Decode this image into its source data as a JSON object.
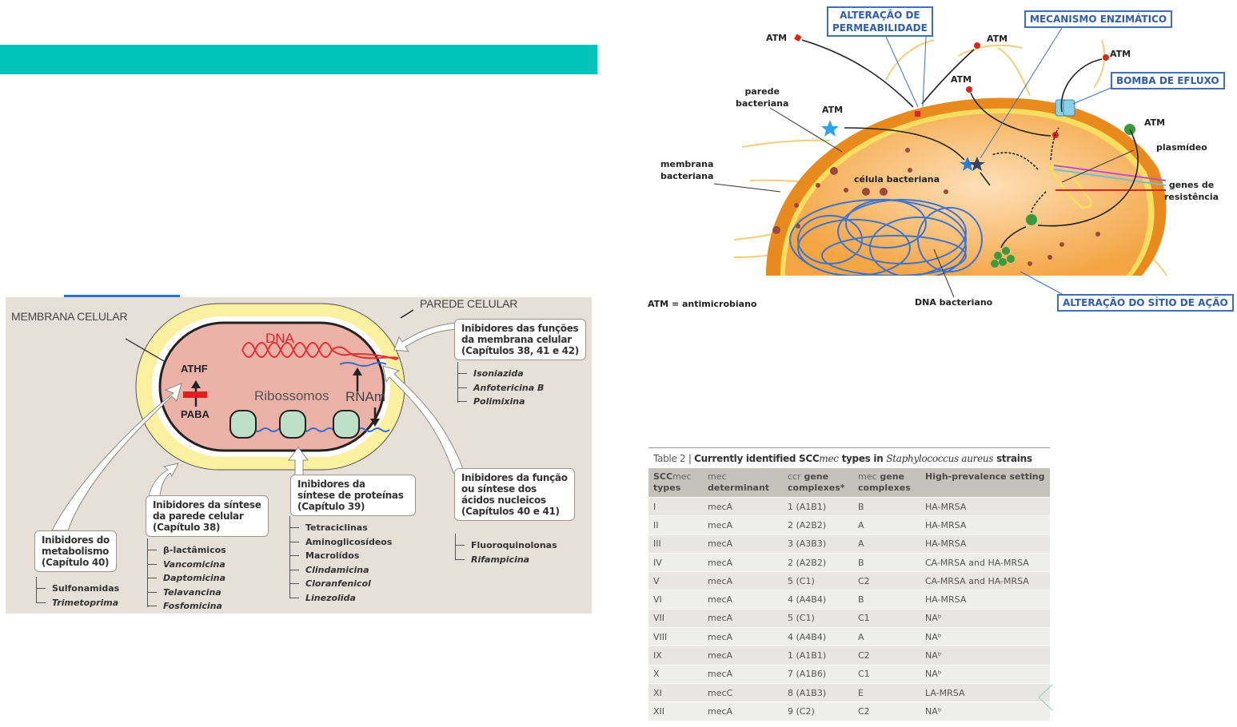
{
  "left_diagram": {
    "labels": {
      "membrane": "MEMBRANA CELULAR",
      "wall": "PAREDE CELULAR",
      "dna": "DNA",
      "athf": "ATHF",
      "paba": "PABA",
      "ribosomes": "Ribossomos",
      "mrna": "RNAm"
    },
    "groups": [
      {
        "title": [
          "Inibidores das funções",
          "da membrana celular",
          "(Capítulos 38, 41 e 42)"
        ],
        "drugs": [
          {
            "name": "Isoniazida",
            "italic": true
          },
          {
            "name": "Anfotericina B",
            "italic": true
          },
          {
            "name": "Polimixina",
            "italic": true
          }
        ]
      },
      {
        "title": [
          "Inibidores do",
          "metabolismo",
          "(Capítulo 40)"
        ],
        "drugs": [
          {
            "name": "Sulfonamidas",
            "italic": false
          },
          {
            "name": "Trimetoprima",
            "italic": true
          }
        ]
      },
      {
        "title": [
          "Inibidores da síntese",
          "da parede celular",
          "(Capítulo 38)"
        ],
        "drugs": [
          {
            "name": "β-lactâmicos",
            "italic": false
          },
          {
            "name": "Vancomicina",
            "italic": true
          },
          {
            "name": "Daptomicina",
            "italic": true
          },
          {
            "name": "Telavancina",
            "italic": true
          },
          {
            "name": "Fosfomicina",
            "italic": true
          }
        ]
      },
      {
        "title": [
          "Inibidores da",
          "síntese de proteínas",
          "(Capítulo 39)"
        ],
        "drugs": [
          {
            "name": "Tetraciclinas",
            "italic": false
          },
          {
            "name": "Aminoglicosídeos",
            "italic": false
          },
          {
            "name": "Macrolídos",
            "italic": false
          },
          {
            "name": "Clindamicina",
            "italic": true
          },
          {
            "name": "Cloranfenicol",
            "italic": true
          },
          {
            "name": "Linezolida",
            "italic": true
          }
        ]
      },
      {
        "title": [
          "Inibidores da função",
          "ou síntese dos",
          "ácidos nucleicos",
          "(Capítulos 40 e 41)"
        ],
        "drugs": [
          {
            "name": "Fluoroquinolonas",
            "italic": false
          },
          {
            "name": "Rifampicina",
            "italic": true
          }
        ]
      }
    ]
  },
  "right_diagram": {
    "boxes": {
      "permeability": [
        "ALTERAÇÃO DE",
        "PERMEABILIDADE"
      ],
      "enzymatic": "MECANISMO ENZIMÁTICO",
      "efflux": "BOMBA DE EFLUXO",
      "target_site": "ALTERAÇÃO DO SÍTIO DE AÇÃO"
    },
    "labels": {
      "atm": "ATM",
      "wall": [
        "parede",
        "bacteriana"
      ],
      "membrane": [
        "membrana",
        "bacteriana"
      ],
      "cell": "célula bacteriana",
      "plasmid": "plasmídeo",
      "genes": [
        "genes de",
        "resistência"
      ],
      "dna": "DNA bacteriano",
      "legend": "ATM = antimicrobiano"
    }
  },
  "table": {
    "label": "Table 2 |",
    "title_plain": "Currently identified SCC",
    "title_italic1": "mec",
    "title_mid": " types in ",
    "title_italic2": "Staphylococcus aureus",
    "title_end": " strains",
    "headers": [
      {
        "line1": "SCC",
        "line1_italic": "mec",
        "line2": "types"
      },
      {
        "line1": "",
        "line1_italic": "mec",
        "line2": "determinant"
      },
      {
        "line1": "",
        "line1_italic": "ccr",
        "line1_after": " gene",
        "line2": "complexes*"
      },
      {
        "line1": "",
        "line1_italic": "mec",
        "line1_after": " gene",
        "line2": "complexes"
      },
      {
        "line1": "High-prevalence setting",
        "line1_italic": "",
        "line2": ""
      }
    ],
    "rows": [
      [
        "I",
        "mecA",
        "1 (A1B1)",
        "B",
        "HA-MRSA"
      ],
      [
        "II",
        "mecA",
        "2 (A2B2)",
        "A",
        "HA-MRSA"
      ],
      [
        "III",
        "mecA",
        "3 (A3B3)",
        "A",
        "HA-MRSA"
      ],
      [
        "IV",
        "mecA",
        "2 (A2B2)",
        "B",
        "CA-MRSA and HA-MRSA"
      ],
      [
        "V",
        "mecA",
        "5 (C1)",
        "C2",
        "CA-MRSA and HA-MRSA"
      ],
      [
        "VI",
        "mecA",
        "4 (A4B4)",
        "B",
        "HA-MRSA"
      ],
      [
        "VII",
        "mecA",
        "5 (C1)",
        "C1",
        "NAᵇ"
      ],
      [
        "VIII",
        "mecA",
        "4 (A4B4)",
        "A",
        "NAᵇ"
      ],
      [
        "IX",
        "mecA",
        "1 (A1B1)",
        "C2",
        "NAᵇ"
      ],
      [
        "X",
        "mecA",
        "7 (A1B6)",
        "C1",
        "NAᵇ"
      ],
      [
        "XI",
        "mecC",
        "8 (A1B3)",
        "E",
        "LA-MRSA"
      ],
      [
        "XII",
        "mecA",
        "9 (C2)",
        "C2",
        "NAᵇ"
      ]
    ]
  },
  "colors": {
    "accent_bar": "#00c4b8",
    "box_blue": "#2f5daa"
  }
}
